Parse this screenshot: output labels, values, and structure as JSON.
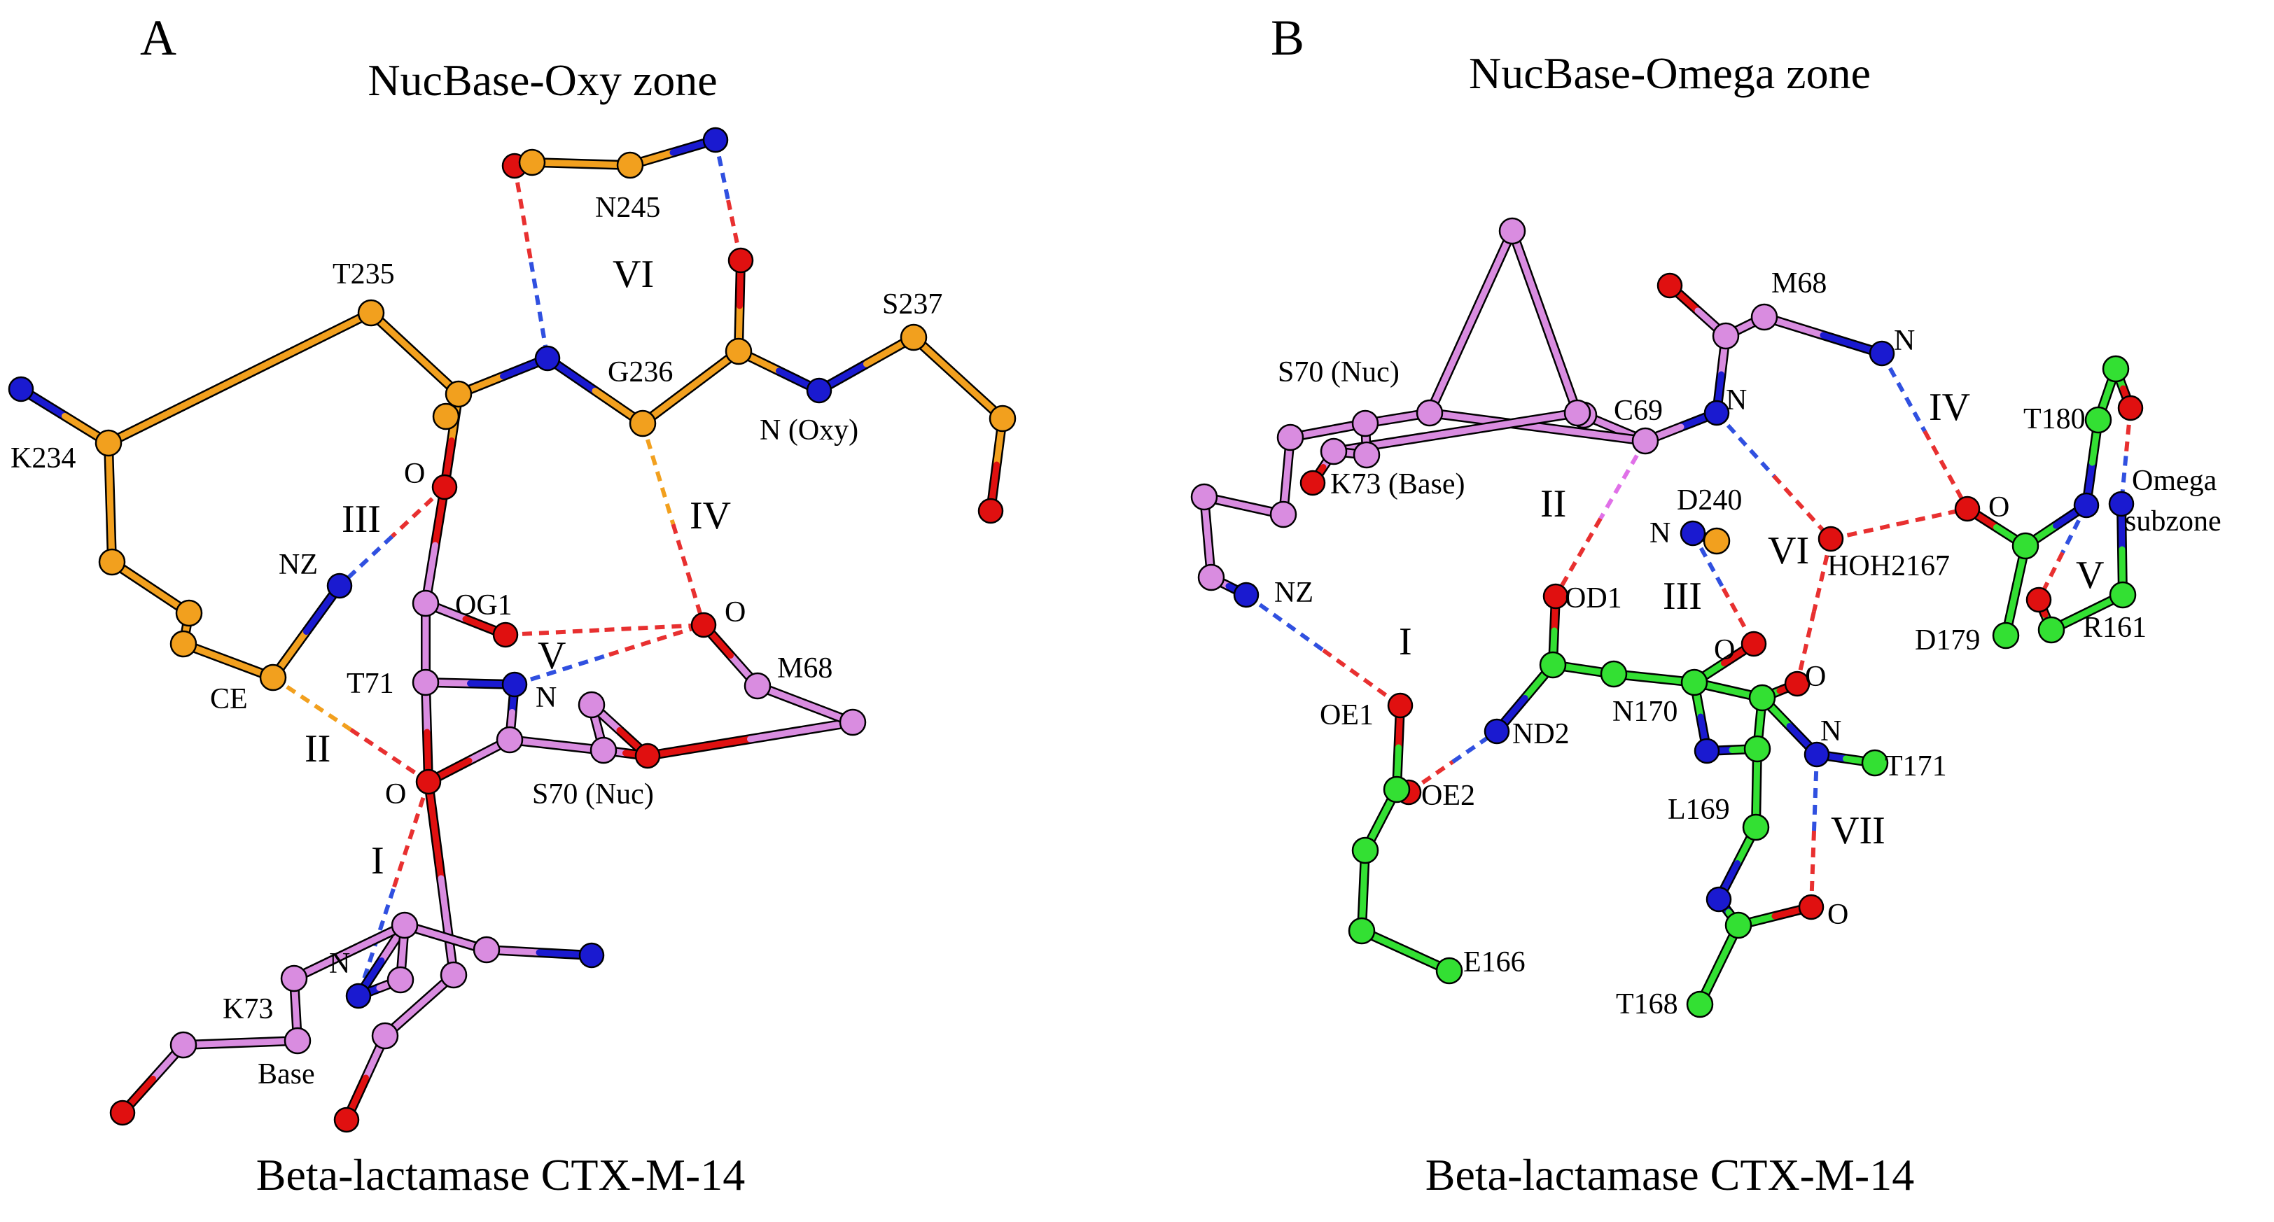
{
  "colors": {
    "carbon_orange": "#F2A01E",
    "carbon_violet": "#D98CE0",
    "carbon_green": "#33E033",
    "oxygen": "#E01010",
    "nitrogen": "#1A1AD0",
    "hbond_red": "#E83030",
    "hbond_blue": "#3050E0",
    "hbond_orange": "#F2A01E",
    "hbond_violet": "#E070E8"
  },
  "panel_a": {
    "letter": "A",
    "title": "NucBase-Oxy zone",
    "caption": "Beta-lactamase CTX-M-14",
    "labels": {
      "n245": "N245",
      "vi": "VI",
      "t235": "T235",
      "s237": "S237",
      "g236": "G236",
      "k234": "K234",
      "n_oxy": "N (Oxy)",
      "o_top": "O",
      "iii": "III",
      "nz": "NZ",
      "iv": "IV",
      "og1": "OG1",
      "o_m68": "O",
      "v": "V",
      "m68": "M68",
      "t71": "T71",
      "n_t71": "N",
      "ce": "CE",
      "ii": "II",
      "o_s70": "O",
      "s70": "S70 (Nuc)",
      "i": "I",
      "n_k73": "N",
      "k73": "K73",
      "base": "Base"
    }
  },
  "panel_b": {
    "letter": "B",
    "title": "NucBase-Omega zone",
    "caption": "Beta-lactamase CTX-M-14",
    "labels": {
      "m68": "M68",
      "n_m68": "N",
      "s70": "S70 (Nuc)",
      "n_c69": "N",
      "c69": "C69",
      "iv": "IV",
      "t180": "T180",
      "k73": "K73 (Base)",
      "omega1": "Omega",
      "omega2": "subzone",
      "ii": "II",
      "d240": "D240",
      "n_d240": "N",
      "vi": "VI",
      "o_wat": "O",
      "hoh": "HOH2167",
      "nz": "NZ",
      "od1": "OD1",
      "iii": "III",
      "v": "V",
      "d179": "D179",
      "r161": "R161",
      "i": "I",
      "o_n170": "O",
      "o_t171": "O",
      "oe1": "OE1",
      "nd2": "ND2",
      "n170": "N170",
      "n_t171": "N",
      "t171": "T171",
      "oe2": "OE2",
      "l169": "L169",
      "vii": "VII",
      "o_t168": "O",
      "e166": "E166",
      "t168": "T168"
    }
  }
}
